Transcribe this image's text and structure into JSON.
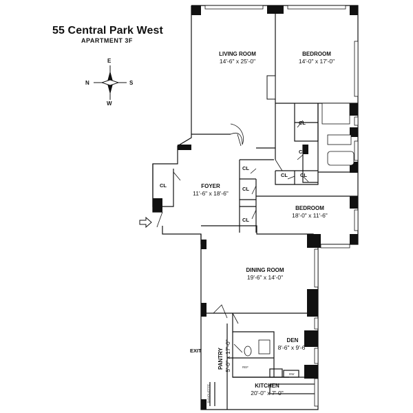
{
  "building": {
    "title": "55 Central Park West",
    "subtitle": "APARTMENT 3F"
  },
  "compass": {
    "n": "N",
    "s": "S",
    "e": "E",
    "w": "W"
  },
  "rooms": {
    "living_room": {
      "name": "LIVING ROOM",
      "dims": "14'-6\" x 25'-0\""
    },
    "bedroom_1": {
      "name": "BEDROOM",
      "dims": "14'-0\" x 17'-0\""
    },
    "foyer": {
      "name": "FOYER",
      "dims": "11'-6\" x 18'-6\""
    },
    "bedroom_2": {
      "name": "BEDROOM",
      "dims": "18'-0\" x 11'-6\""
    },
    "dining_room": {
      "name": "DINING ROOM",
      "dims": "19'-6\" x 14'-0\""
    },
    "den": {
      "name": "DEN",
      "dims": "8'-6\" x 9'-6\""
    },
    "pantry": {
      "name": "PANTRY",
      "dims": "5'-0\" x 17'-0\""
    },
    "kitchen": {
      "name": "KITCHEN",
      "dims": "20'-0\" x 7'-0\""
    }
  },
  "closet_label": "CL",
  "exit_label": "EXIT",
  "fixtures": {
    "refrigerator": "REF",
    "dishwasher": "DW",
    "banquette": "BANQUETTE"
  }
}
